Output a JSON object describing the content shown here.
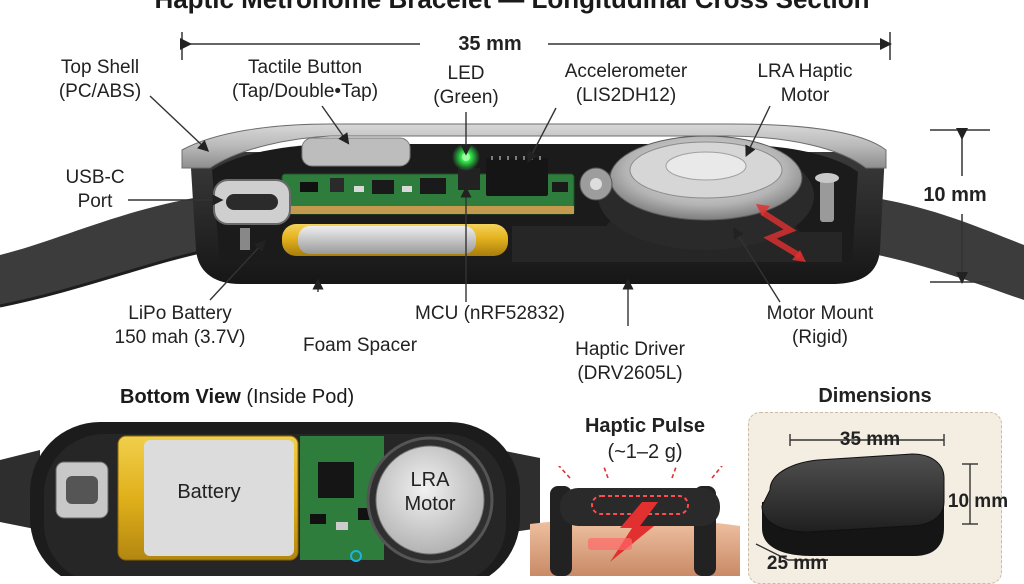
{
  "title": "Haptic Metronome Bracelet — Longitudinal Cross Section",
  "dimensions_top": {
    "length": "35 mm",
    "height": "10 mm"
  },
  "callouts": {
    "top_shell": [
      "Top Shell",
      "(PC/ABS)"
    ],
    "tactile_button": [
      "Tactile Button",
      "(Tap/Double•Tap)"
    ],
    "led": [
      "LED",
      "(Green)"
    ],
    "accelerometer": [
      "Accelerometer",
      "(LIS2DH12)"
    ],
    "lra_motor": [
      "LRA Haptic",
      "Motor"
    ],
    "usb_c": [
      "USB-C",
      "Port"
    ],
    "lipo_battery": [
      "LiPo Battery",
      "150 mah (3.7V)"
    ],
    "foam_spacer": "Foam Spacer",
    "mcu": "MCU (nRF52832)",
    "haptic_driver": [
      "Haptic Driver",
      "(DRV2605L)"
    ],
    "motor_mount": [
      "Motor Mount",
      "(Rigid)"
    ]
  },
  "bottom_view": {
    "title": "Bottom View",
    "subtitle": "(Inside Pod)",
    "battery_label": "Battery",
    "motor_label": [
      "LRA",
      "Motor"
    ]
  },
  "haptic_pulse": {
    "title": "Haptic Pulse",
    "subtitle": "(~1–2 g)"
  },
  "dimensions_panel": {
    "title": "Dimensions",
    "length": "35 mm",
    "height": "10 mm",
    "width": "25 mm"
  },
  "colors": {
    "pcb": "#2f7d3c",
    "battery": "#e6b820",
    "shell": "#2b2b2b",
    "accent": "#e23030",
    "led": "#2eea4a"
  }
}
